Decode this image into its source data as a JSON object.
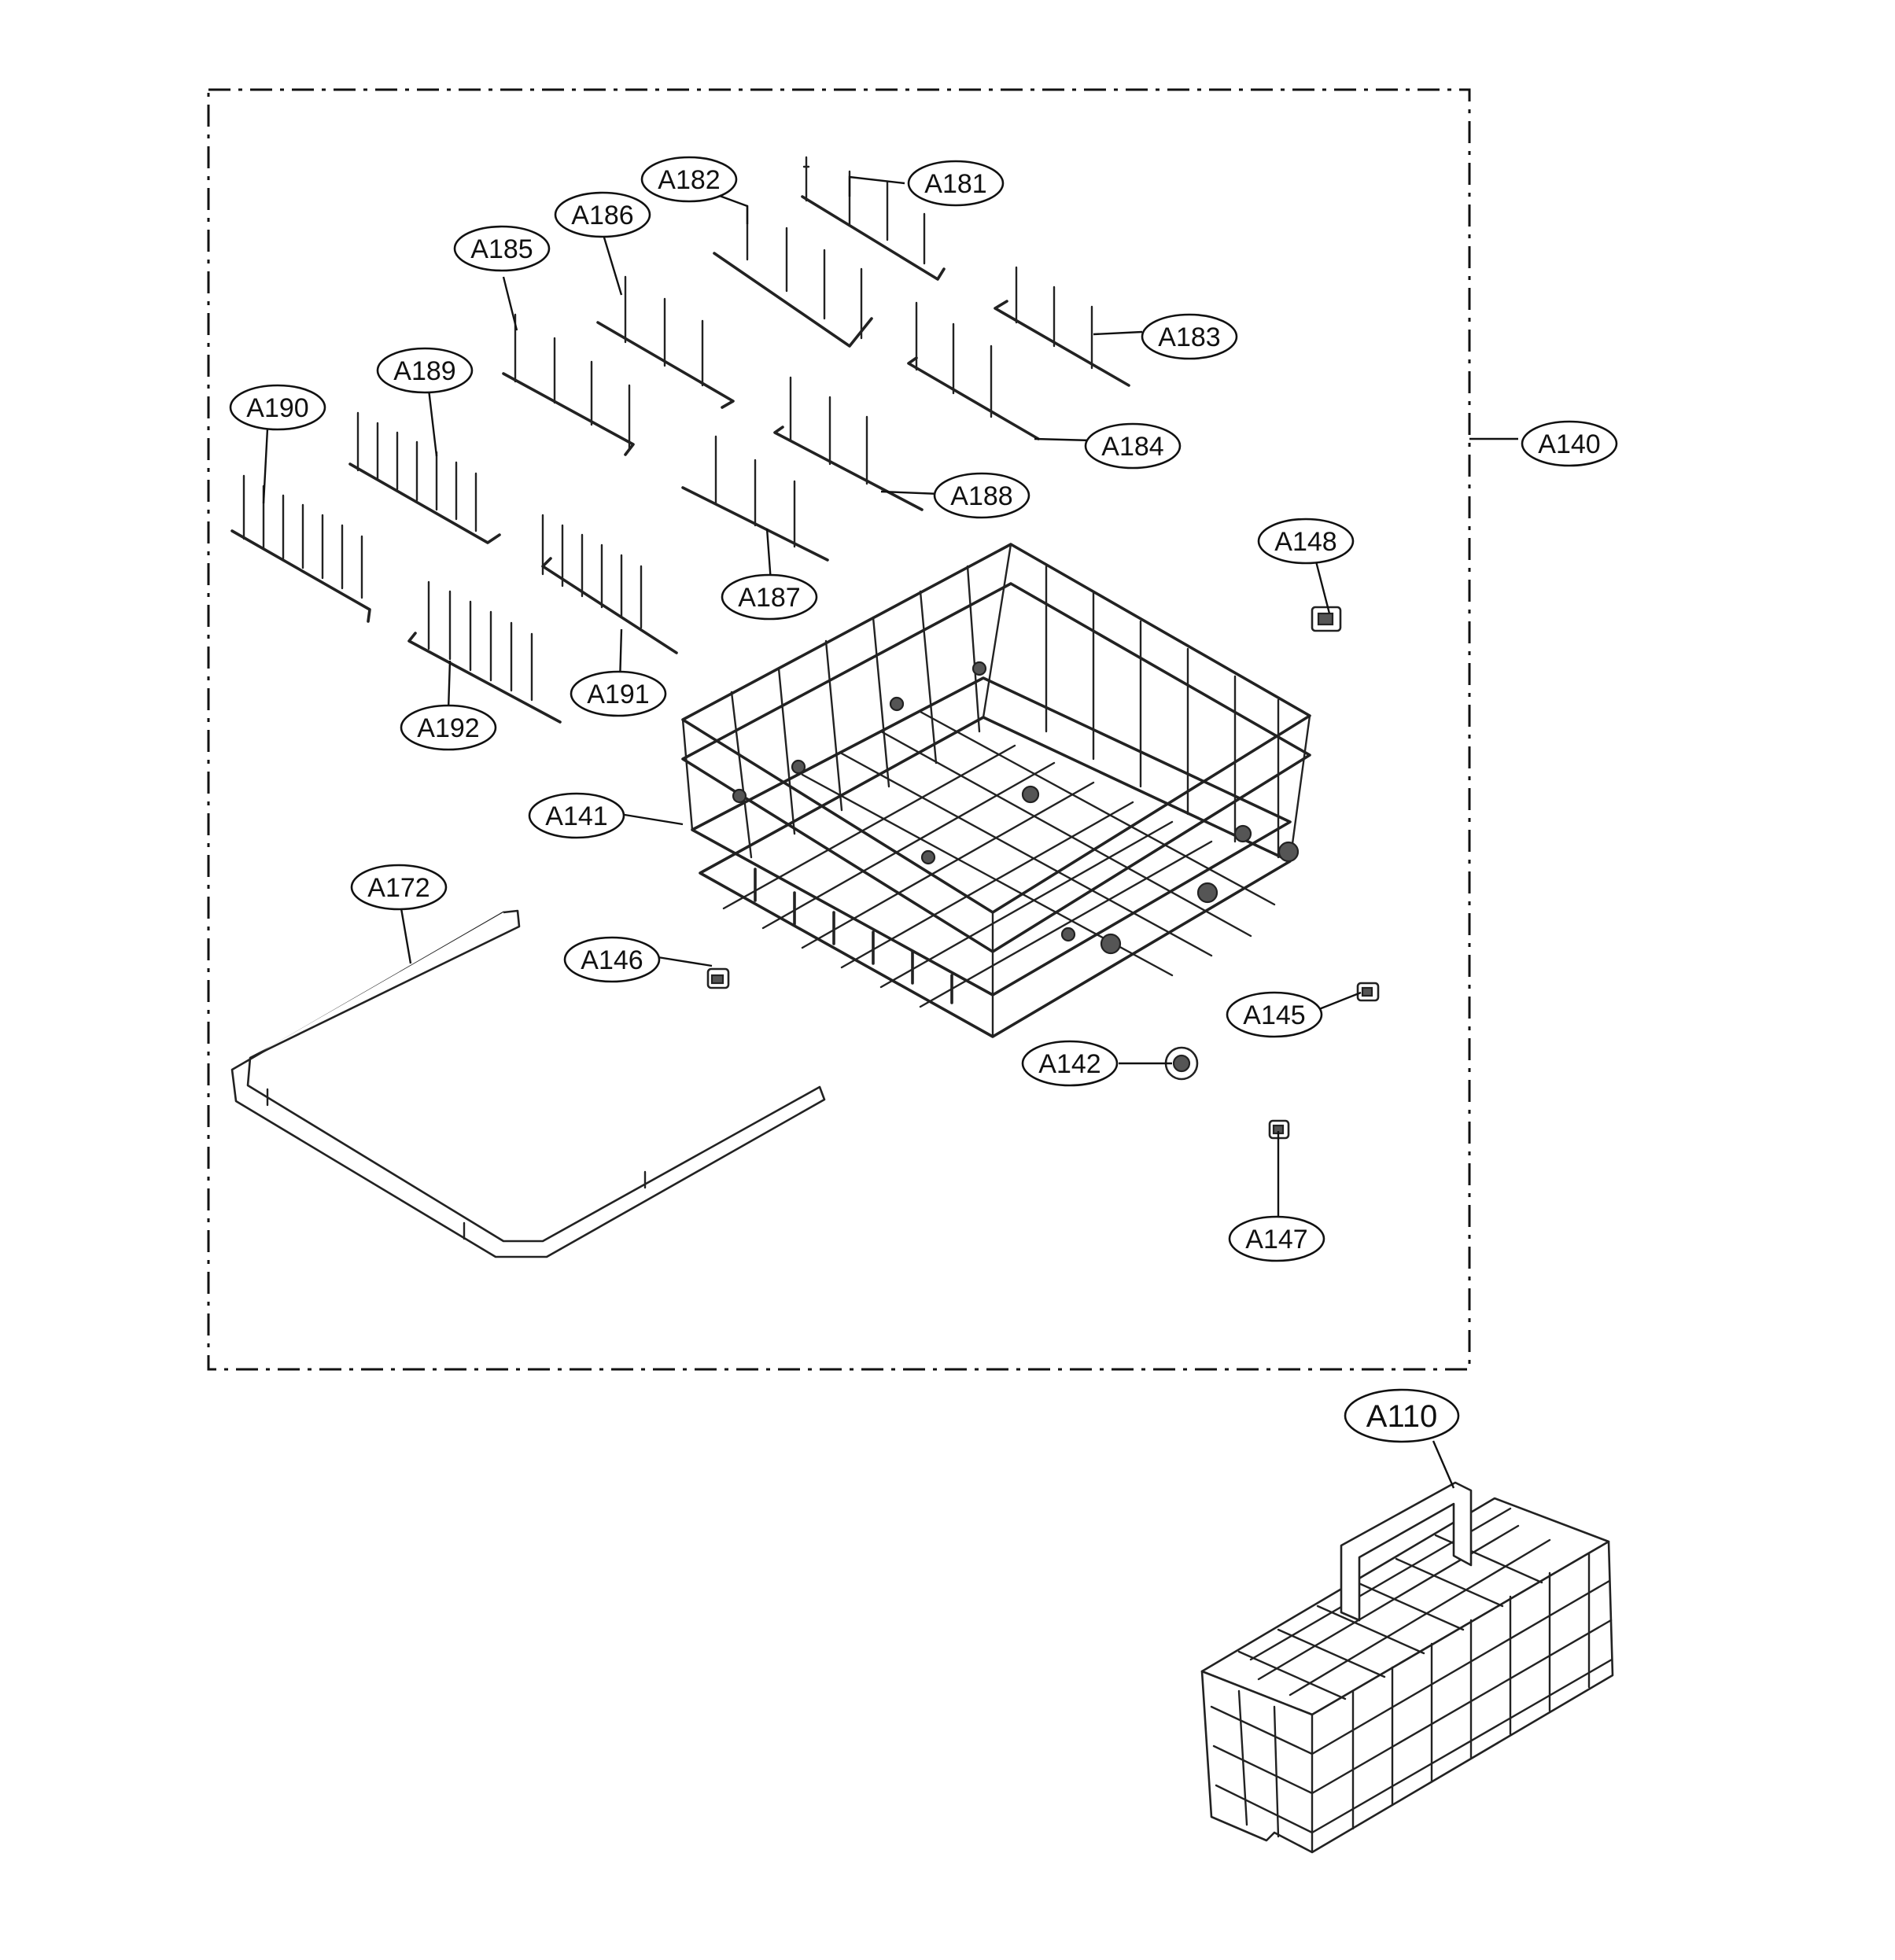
{
  "callouts": [
    {
      "id": "A181",
      "label": "A181"
    },
    {
      "id": "A182",
      "label": "A182"
    },
    {
      "id": "A183",
      "label": "A183"
    },
    {
      "id": "A184",
      "label": "A184"
    },
    {
      "id": "A185",
      "label": "A185"
    },
    {
      "id": "A186",
      "label": "A186"
    },
    {
      "id": "A187",
      "label": "A187"
    },
    {
      "id": "A188",
      "label": "A188"
    },
    {
      "id": "A189",
      "label": "A189"
    },
    {
      "id": "A190",
      "label": "A190"
    },
    {
      "id": "A191",
      "label": "A191"
    },
    {
      "id": "A192",
      "label": "A192"
    },
    {
      "id": "A140",
      "label": "A140"
    },
    {
      "id": "A141",
      "label": "A141"
    },
    {
      "id": "A142",
      "label": "A142"
    },
    {
      "id": "A145",
      "label": "A145"
    },
    {
      "id": "A146",
      "label": "A146"
    },
    {
      "id": "A147",
      "label": "A147"
    },
    {
      "id": "A148",
      "label": "A148"
    },
    {
      "id": "A172",
      "label": "A172"
    },
    {
      "id": "A110",
      "label": "A110"
    }
  ]
}
